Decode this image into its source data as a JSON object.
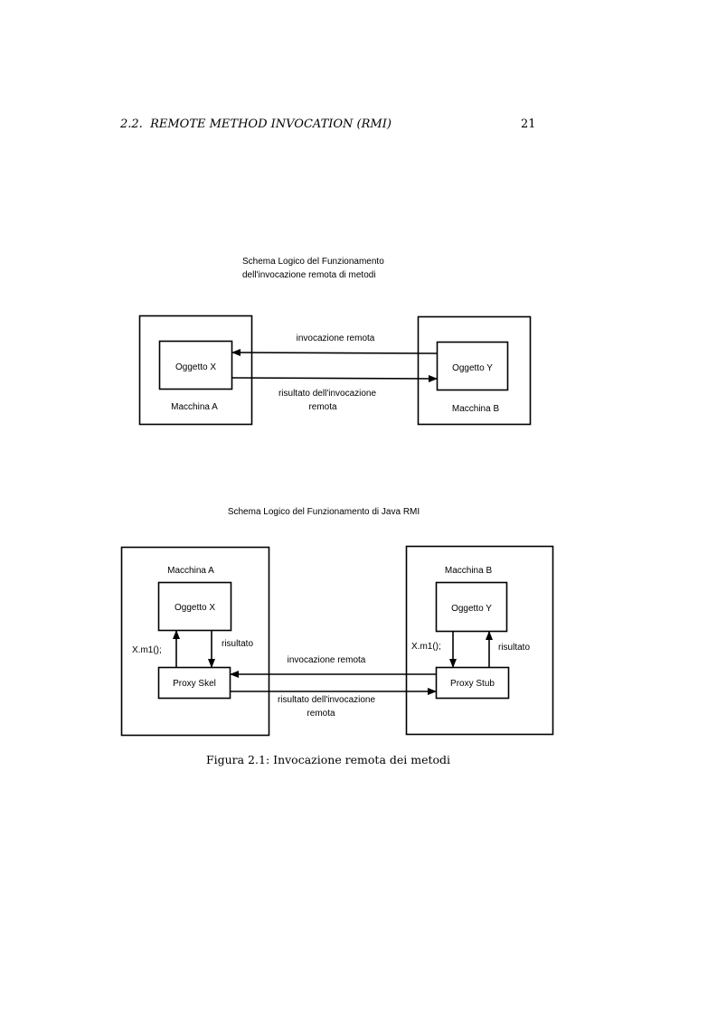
{
  "header": {
    "section": "2.2.",
    "title": "REMOTE METHOD INVOCATION (RMI)",
    "page_number": "21"
  },
  "diagram1": {
    "title_line1": "Schema Logico del Funzionamento",
    "title_line2": "dell'invocazione remota di metodi",
    "machine_a": "Macchina A",
    "machine_b": "Macchina B",
    "object_x": "Oggetto X",
    "object_y": "Oggetto Y",
    "call_label": "invocazione remota",
    "result_line1": "risultato dell'invocazione",
    "result_line2": "remota"
  },
  "diagram2": {
    "title": "Schema Logico del Funzionamento di Java RMI",
    "machine_a": "Macchina A",
    "machine_b": "Macchina B",
    "object_x": "Oggetto X",
    "object_y": "Oggetto Y",
    "skel": "Proxy Skel",
    "stub": "Proxy Stub",
    "call_left": "X.m1();",
    "result_left": "risultato",
    "call_right": "X.m1();",
    "result_right": "risultato",
    "call_label": "invocazione remota",
    "result_line1": "risultato dell'invocazione",
    "result_line2": "remota"
  },
  "caption": "Figura 2.1: Invocazione remota dei metodi"
}
